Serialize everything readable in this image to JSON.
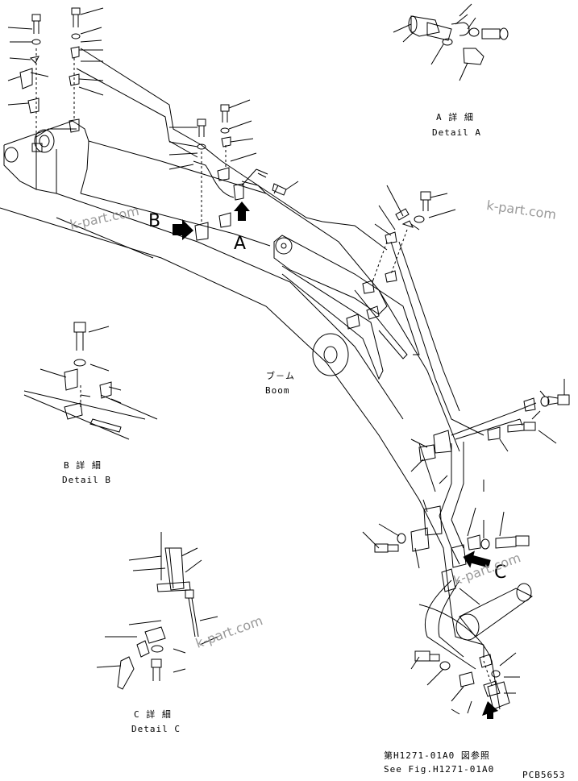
{
  "detail_a": {
    "jp": "A 詳 細",
    "en": "Detail A"
  },
  "detail_b": {
    "jp": "B 詳 細",
    "en": "Detail B"
  },
  "detail_c": {
    "jp": "C 詳 細",
    "en": "Detail C"
  },
  "boom": {
    "jp": "ブ－ム",
    "en": "Boom"
  },
  "view_markers": {
    "a": "A",
    "b": "B",
    "c": "C"
  },
  "reference": {
    "jp": "第H1271-01A0 図参照",
    "en": "See Fig.H1271-01A0"
  },
  "drawing_code": "PCB5653",
  "watermark": "k-part.com"
}
